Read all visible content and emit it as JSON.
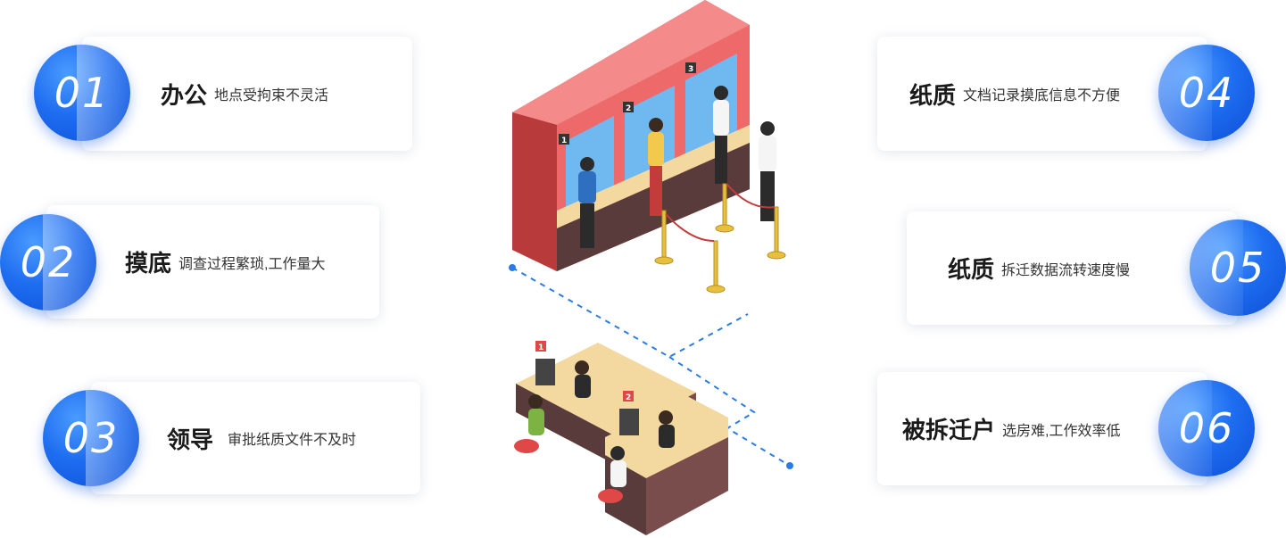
{
  "items": [
    {
      "num": "01",
      "title": "办公",
      "desc": "地点受拘束不灵活"
    },
    {
      "num": "02",
      "title": "摸底",
      "desc": "调查过程繁琐,工作量大"
    },
    {
      "num": "03",
      "title": "领导",
      "desc": "审批纸质文件不及时"
    },
    {
      "num": "04",
      "title": "纸质",
      "desc": "文档记录摸底信息不方便"
    },
    {
      "num": "05",
      "title": "纸质",
      "desc": "拆迁数据流转速度慢"
    },
    {
      "num": "06",
      "title": "被拆迁户",
      "desc": "选房难,工作效率低"
    }
  ],
  "illustration": {
    "windows": [
      "1",
      "2",
      "3"
    ],
    "desks": [
      "1",
      "2"
    ]
  },
  "colors": {
    "badge_blue": "#1e6df0",
    "booth_red": "#e85a5a",
    "dashed_line": "#2a7be8"
  }
}
